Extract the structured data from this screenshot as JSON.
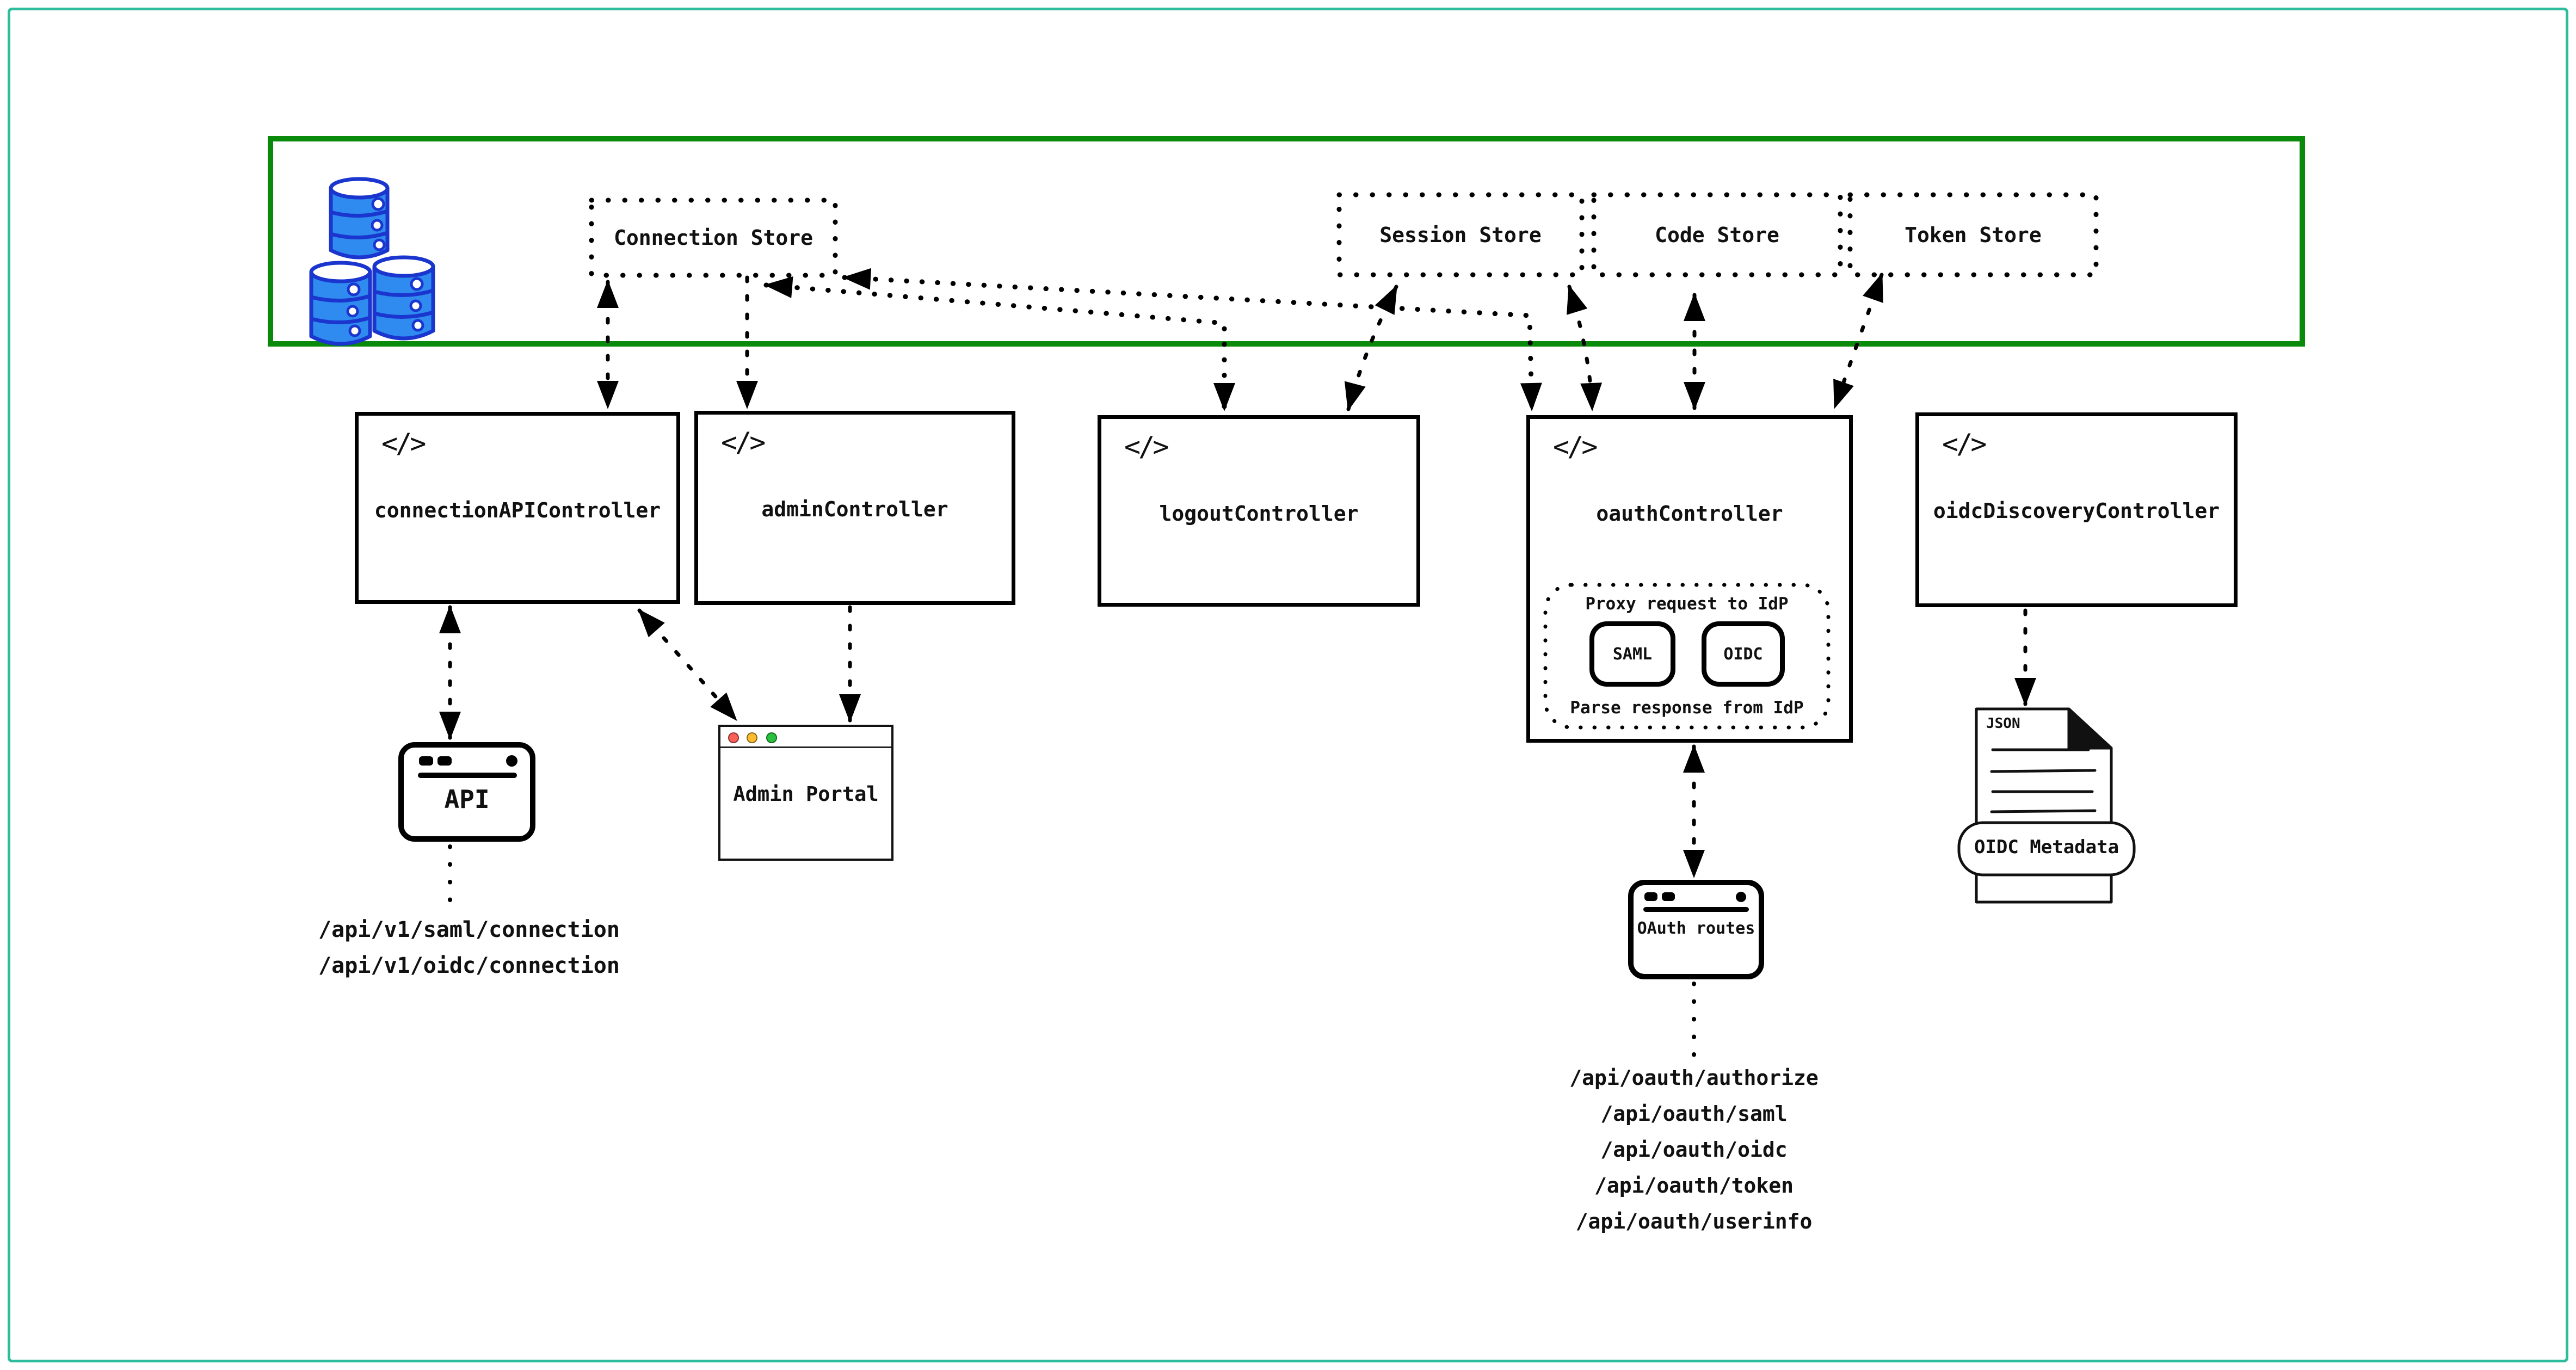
{
  "colors": {
    "outer_border": "#2ebd9c",
    "data_layer_border": "#0a8a0a",
    "barrel_fill": "#2f8bef",
    "barrel_stroke": "#1b36cf",
    "traffic_red": "#fb5f57",
    "traffic_yellow": "#fdbc2e",
    "traffic_green": "#28c23e"
  },
  "code_icon_glyph": "</>",
  "stores": {
    "connection": {
      "label": "Connection Store"
    },
    "session": {
      "label": "Session Store"
    },
    "code": {
      "label": "Code Store"
    },
    "token": {
      "label": "Token Store"
    }
  },
  "controllers": {
    "connection_api": {
      "label": "connectionAPIController"
    },
    "admin": {
      "label": "adminController"
    },
    "logout": {
      "label": "logoutController"
    },
    "oauth": {
      "label": "oauthController",
      "proxy_top": "Proxy request to IdP",
      "proxy_bottom": "Parse response from IdP",
      "protocol_saml": "SAML",
      "protocol_oidc": "OIDC"
    },
    "oidc_discovery": {
      "label": "oidcDiscoveryController"
    }
  },
  "api_client": {
    "label": "API",
    "endpoints": [
      "/api/v1/saml/connection",
      "/api/v1/oidc/connection"
    ]
  },
  "admin_portal": {
    "label": "Admin Portal"
  },
  "oauth_routes": {
    "label": "OAuth routes",
    "endpoints": [
      "/api/oauth/authorize",
      "/api/oauth/saml",
      "/api/oauth/oidc",
      "/api/oauth/token",
      "/api/oauth/userinfo"
    ]
  },
  "oidc_metadata": {
    "file_type": "JSON",
    "label": "OIDC Metadata"
  }
}
